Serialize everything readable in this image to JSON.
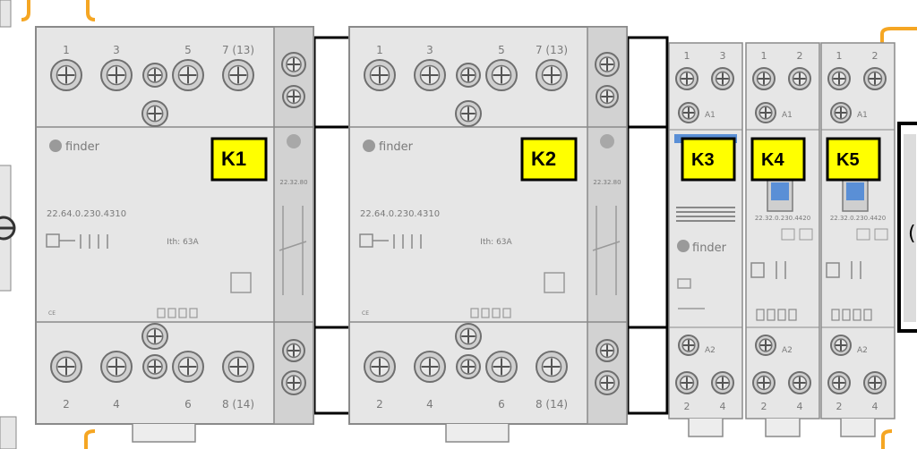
{
  "colors": {
    "housing": "#e6e6e6",
    "housing_dark": "#d2d2d2",
    "outline": "#8a8a8a",
    "text_gray": "#7a7a7a",
    "label_fill": "#ffff00",
    "label_border": "#000000",
    "wire_orange": "#f5a623",
    "knob_blue": "#5a8fd6",
    "black": "#000000"
  },
  "big_modules": [
    {
      "id": "k1",
      "label": "K1",
      "brand": "finder",
      "model": "22.64.0.230.4310",
      "rating": "Ith: 63A",
      "top_terminals": [
        "1",
        "3",
        "5",
        "7 (13)"
      ],
      "bottom_terminals": [
        "2",
        "4",
        "6",
        "8 (14)"
      ],
      "side_model": "22.32.80",
      "footer": "CE"
    },
    {
      "id": "k2",
      "label": "K2",
      "brand": "finder",
      "model": "22.64.0.230.4310",
      "rating": "Ith: 63A",
      "top_terminals": [
        "1",
        "3",
        "5",
        "7 (13)"
      ],
      "bottom_terminals": [
        "2",
        "4",
        "6",
        "8 (14)"
      ],
      "side_model": "22.32.80",
      "footer": "CE"
    }
  ],
  "small_modules": [
    {
      "id": "k3",
      "label": "K3",
      "brand": "finder",
      "top_terminals": [
        "1",
        "3"
      ],
      "bottom_terminals": [
        "2",
        "4"
      ],
      "coil_a1": "A1",
      "coil_a2": "A2"
    },
    {
      "id": "k4",
      "label": "K4",
      "top_terminals": [
        "1",
        "2"
      ],
      "bottom_terminals": [
        "2",
        "4"
      ],
      "coil_a1": "A1",
      "coil_a2": "A2",
      "model": "22.32.0.230.4420"
    },
    {
      "id": "k5",
      "label": "K5",
      "top_terminals": [
        "1",
        "2"
      ],
      "bottom_terminals": [
        "2",
        "4"
      ],
      "coil_a1": "A1",
      "coil_a2": "A2",
      "model": "22.32.0.230.4420"
    }
  ]
}
